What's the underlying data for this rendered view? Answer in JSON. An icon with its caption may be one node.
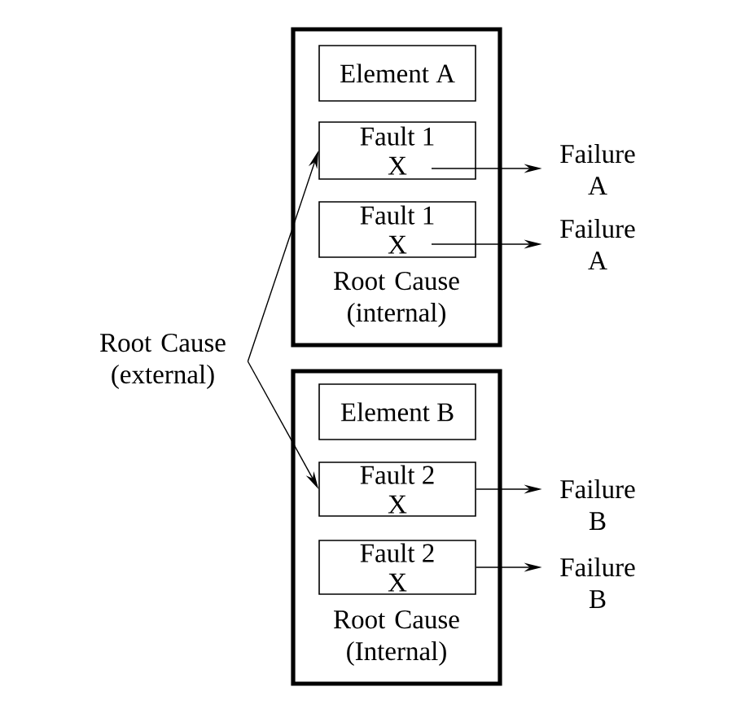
{
  "diagram": {
    "nodes": [
      {
        "text": [
          "Root Cause (internal)"
        ]
      },
      {
        "text": [
          "Element A"
        ],
        "in": 0
      },
      {
        "text": [
          "Fault 1",
          "X"
        ],
        "in": 0
      },
      {
        "text": [
          "Fault 1",
          "X"
        ],
        "in": 0
      },
      {
        "text": [
          "Failure A"
        ]
      },
      {
        "text": [
          "Failure A"
        ]
      },
      {
        "text": [
          "Root Cause (external)"
        ]
      },
      {
        "text": [
          "Root Cause (Internal)"
        ]
      },
      {
        "text": [
          "Element B"
        ],
        "in": 7
      },
      {
        "text": [
          "Fault 2",
          "X"
        ],
        "in": 7
      },
      {
        "text": [
          "Fault 2",
          "X"
        ],
        "in": 7
      },
      {
        "text": [
          "Failure B"
        ]
      },
      {
        "text": [
          "Failure B"
        ]
      }
    ],
    "edges": [
      {
        "from": 2,
        "to": 4,
        "arrow": "to"
      },
      {
        "from": 3,
        "to": 5,
        "arrow": "to"
      },
      {
        "from": 6,
        "to": 2,
        "arrow": "to"
      },
      {
        "from": 6,
        "to": 9,
        "arrow": "to"
      },
      {
        "from": 9,
        "to": 11,
        "arrow": "to"
      },
      {
        "from": 10,
        "to": 12,
        "arrow": "to"
      }
    ]
  }
}
